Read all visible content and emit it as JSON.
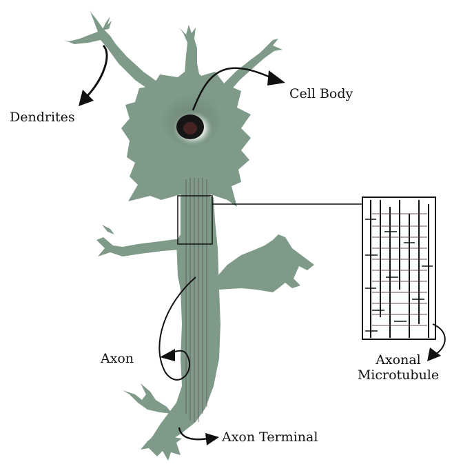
{
  "diagram": {
    "labels": {
      "dendrites": "Dendrites",
      "cell_body": "Cell Body",
      "axon": "Axon",
      "axon_terminal": "Axon Terminal",
      "axonal_microtubule_line1": "Axonal",
      "axonal_microtubule_line2": "Microtubule"
    },
    "colors": {
      "neuron_fill": "#7f9a88",
      "nucleus": "#151515",
      "outline": "#111111",
      "microtubule_line": "#5a4a55"
    }
  }
}
